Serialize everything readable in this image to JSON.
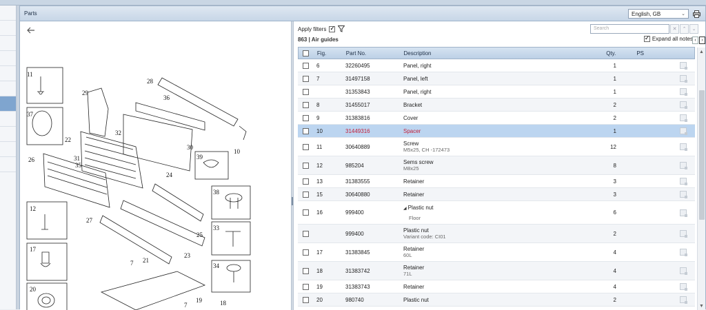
{
  "panel": {
    "title": "Parts"
  },
  "language": {
    "selected": "English, GB"
  },
  "filters": {
    "apply_label": "Apply filters",
    "search_placeholder": "Search",
    "expand_label": "Expand all notes"
  },
  "breadcrumb": "863  |  Air guides",
  "columns": {
    "fig": "Fig.",
    "part": "Part No.",
    "desc": "Description",
    "qty": "Qty.",
    "ps": "PS"
  },
  "rows": [
    {
      "fig": "6",
      "part": "32260495",
      "desc": "Panel, right",
      "desc2": "",
      "qty": "1",
      "checkbox": true
    },
    {
      "fig": "7",
      "part": "31497158",
      "desc": "Panel, left",
      "desc2": "",
      "qty": "1",
      "checkbox": true
    },
    {
      "fig": "",
      "part": "31353843",
      "desc": "Panel, right",
      "desc2": "",
      "qty": "1",
      "checkbox": true
    },
    {
      "fig": "8",
      "part": "31455017",
      "desc": "Bracket",
      "desc2": "",
      "qty": "2",
      "checkbox": true
    },
    {
      "fig": "9",
      "part": "31383816",
      "desc": "Cover",
      "desc2": "",
      "qty": "2",
      "checkbox": true
    },
    {
      "fig": "10",
      "part": "31449316",
      "desc": "Spacer",
      "desc2": "",
      "qty": "1",
      "checkbox": true,
      "selected": true
    },
    {
      "fig": "11",
      "part": "30640889",
      "desc": "Screw",
      "desc2": "M5x25, CH -172473",
      "qty": "12",
      "checkbox": true
    },
    {
      "fig": "12",
      "part": "985204",
      "desc": "Sems screw",
      "desc2": "M8x25",
      "qty": "8",
      "checkbox": true
    },
    {
      "fig": "13",
      "part": "31383555",
      "desc": "Retainer",
      "desc2": "",
      "qty": "3",
      "checkbox": true
    },
    {
      "fig": "15",
      "part": "30640880",
      "desc": "Retainer",
      "desc2": "",
      "qty": "3",
      "checkbox": true
    },
    {
      "fig": "16",
      "part": "999400",
      "desc": "Plastic nut",
      "desc2": "Floor",
      "qty": "6",
      "checkbox": true,
      "tree": true
    },
    {
      "fig": "",
      "part": "999400",
      "desc": "Plastic nut",
      "desc2": "Variant code: CI01",
      "qty": "2",
      "checkbox": true
    },
    {
      "fig": "17",
      "part": "31383845",
      "desc": "Retainer",
      "desc2": "60L",
      "qty": "4",
      "checkbox": true
    },
    {
      "fig": "18",
      "part": "31383742",
      "desc": "Retainer",
      "desc2": "71L",
      "qty": "4",
      "checkbox": true
    },
    {
      "fig": "19",
      "part": "31383743",
      "desc": "Retainer",
      "desc2": "",
      "qty": "4",
      "checkbox": true
    },
    {
      "fig": "20",
      "part": "980740",
      "desc": "Plastic nut",
      "desc2": "",
      "qty": "2",
      "checkbox": true
    }
  ],
  "diagram": {
    "callouts": [
      "11",
      "37",
      "12",
      "17",
      "20",
      "29",
      "22",
      "26",
      "32",
      "31",
      "35",
      "28",
      "36",
      "30",
      "24",
      "39",
      "10",
      "38",
      "33",
      "34",
      "27",
      "25",
      "23",
      "21",
      "7",
      "19",
      "18"
    ]
  }
}
